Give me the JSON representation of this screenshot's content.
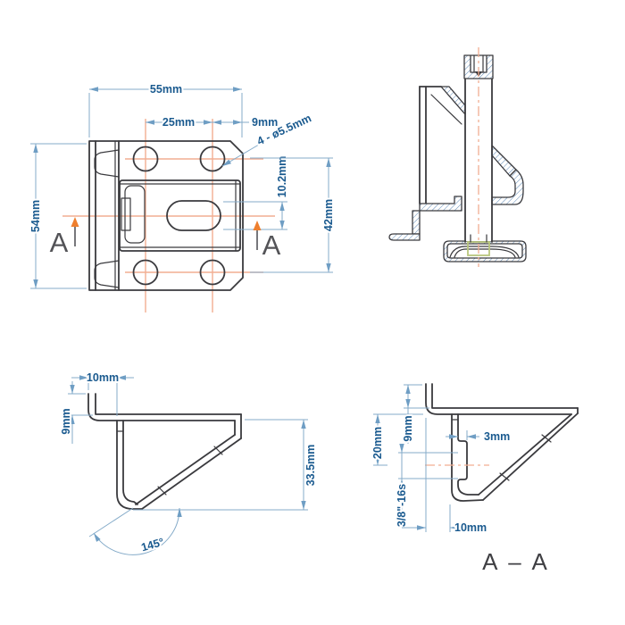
{
  "labels": {
    "front": {
      "dim_width": "55mm",
      "dim_hole_spacing": "25mm",
      "dim_edge_offset": "9mm",
      "hole_callout": "4 - ø5.5mm",
      "dim_slot_height": "10.2mm",
      "dim_hole_vspacing": "42mm",
      "dim_height": "54mm",
      "section_letter_left": "A",
      "section_letter_right": "A"
    },
    "profile": {
      "dim_tab_width": "10mm",
      "dim_tab_height": "9mm",
      "dim_height": "33.5mm",
      "dim_angle": "145°"
    },
    "section_aa": {
      "dim_flange_height": "9mm",
      "dim_center_offset": "20mm",
      "dim_rib": "3mm",
      "thread_callout": "3/8\"-16s",
      "dim_depth": "10mm",
      "title": "A – A"
    }
  },
  "colors": {
    "dimension_text": "#1a5a8f",
    "dimension_line": "#85abc9",
    "outline": "#3a3a3e",
    "centerline": "#f2ae92",
    "section_arrow": "#ee7f2e",
    "hatch": "#5d88b6",
    "screw_end": "#b9c77d"
  }
}
